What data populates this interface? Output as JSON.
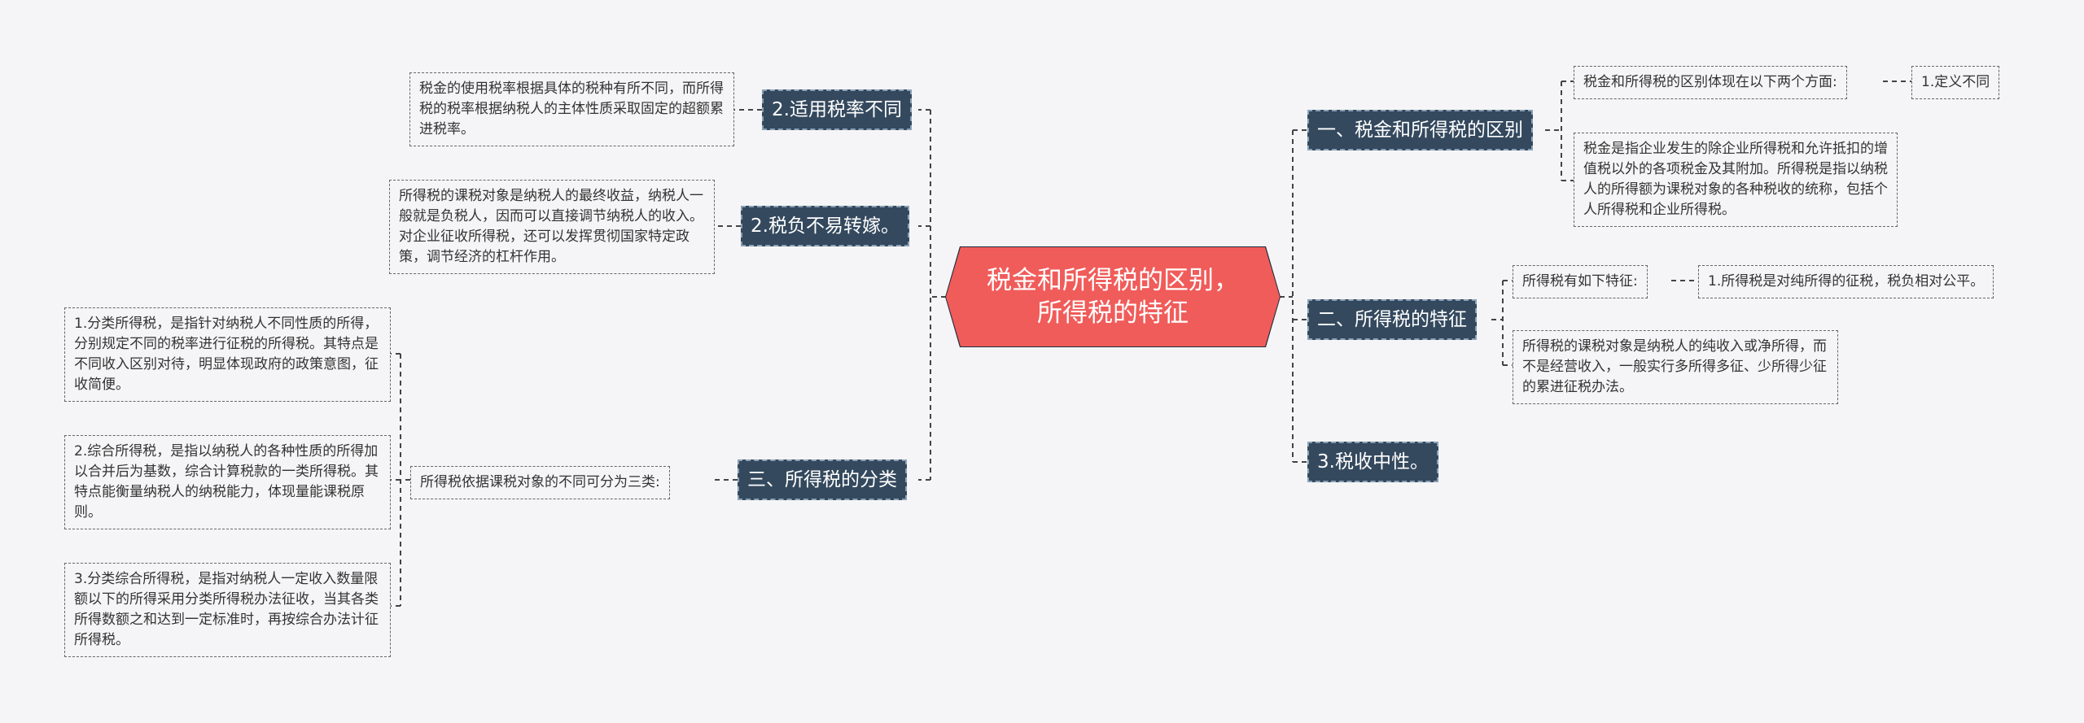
{
  "root": {
    "title": "税金和所得税的区别，所得税的特征"
  },
  "left": {
    "rate": {
      "topic": "2.适用税率不同",
      "desc": "税金的使用税率根据具体的税种有所不同，而所得税的税率根据纳税人的主体性质采取固定的超额累进税率。"
    },
    "burden": {
      "topic": "2.税负不易转嫁。",
      "desc": "所得税的课税对象是纳税人的最终收益，纳税人一般就是负税人，因而可以直接调节纳税人的收入。对企业征收所得税，还可以发挥贯彻国家特定政策，调节经济的杠杆作用。"
    },
    "category": {
      "topic": "三、所得税的分类",
      "intro": "所得税依据课税对象的不同可分为三类:",
      "items": [
        "1.分类所得税，是指针对纳税人不同性质的所得，分别规定不同的税率进行征税的所得税。其特点是不同收入区别对待，明显体现政府的政策意图，征收简便。",
        "2.综合所得税，是指以纳税人的各种性质的所得加以合并后为基数，综合计算税款的一类所得税。其特点能衡量纳税人的纳税能力，体现量能课税原则。",
        "3.分类综合所得税，是指对纳税人一定收入数量限额以下的所得采用分类所得税办法征收，当其各类所得数额之和达到一定标准时，再按综合办法计征所得税。"
      ]
    }
  },
  "right": {
    "difference": {
      "topic": "一、税金和所得税的区别",
      "intro": "税金和所得税的区别体现在以下两个方面:",
      "intro_child": "1.定义不同",
      "desc": "税金是指企业发生的除企业所得税和允许抵扣的增值税以外的各项税金及其附加。所得税是指以纳税人的所得额为课税对象的各种税收的统称，包括个人所得税和企业所得税。"
    },
    "features": {
      "topic": "二、所得税的特征",
      "intro": "所得税有如下特征:",
      "intro_child": "1.所得税是对纯所得的征税，税负相对公平。",
      "desc": "所得税的课税对象是纳税人的纯收入或净所得，而不是经营收入，一般实行多所得多征、少所得少征的累进征税办法。"
    },
    "neutral": {
      "topic": "3.税收中性。"
    }
  }
}
